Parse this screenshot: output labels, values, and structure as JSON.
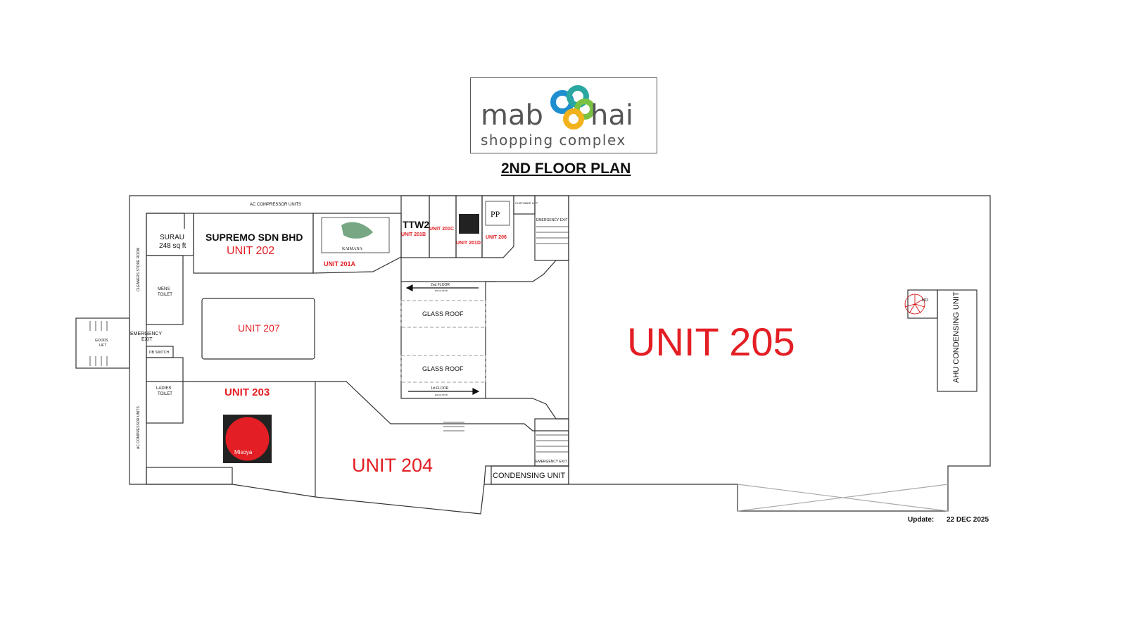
{
  "brand": {
    "name_left": "mab",
    "name_right": "hai",
    "tagline": "shopping complex",
    "colors": {
      "petal_blue": "#1f8fd0",
      "petal_green": "#7cc242",
      "petal_yellow": "#f2b21b",
      "petal_teal": "#2aa7a0",
      "wordmark": "#555555"
    }
  },
  "title": "2ND FLOOR PLAN",
  "update": {
    "label": "Update:",
    "date": "22 DEC 2025"
  },
  "colors": {
    "unit_red": "#e31e24",
    "line": "#333333",
    "dim": "#888888"
  },
  "units": {
    "u202_name": "SUPREMO SDN BHD",
    "u202": "UNIT 202",
    "u201a": "UNIT 201A",
    "u201b_name": "TTW2",
    "u201b": "UNIT 201B",
    "u201c": "UNIT 201C",
    "u201d": "UNIT 201D",
    "u206": "UNIT 206",
    "u207": "UNIT 207",
    "u203": "UNIT 203",
    "u204": "UNIT 204",
    "u205": "UNIT 205"
  },
  "rooms": {
    "ac_top": "AC COMPRESSOR UNITS",
    "surau": "SURAU",
    "surau_area": "248 sq ft",
    "cleaners": "CLEANERS STORE ROOM",
    "mens": [
      "MENS",
      "TOILET"
    ],
    "ladies": [
      "LADIES",
      "TOILET"
    ],
    "emergency_exit_left": [
      "EMERGENCY",
      "EXIT"
    ],
    "db_switch": "DB SWITCH",
    "goods_lift": [
      "GOODS",
      "LIFT"
    ],
    "ac_left": "AC COMPRESSOR UNITS",
    "customer_lift": "CUSTOMER LIFT",
    "emergency_exit_top": "EMERGENCY EXIT",
    "emergency_exit_bottom": "EMERGENCY EXIT",
    "glass_roof_1": "GLASS ROOF",
    "glass_roof_2": "GLASS ROOF",
    "escalator_2nd": "2nd FLOOR",
    "escalator_1st": "1st FLOOR",
    "escalator_sub": "ESCALATOR",
    "condensing": "CONDENSING UNIT",
    "ahu": "AHU CONDENSING UNIT",
    "no": "NO"
  },
  "logos": {
    "kaimana": "KAIMANA",
    "pp": "PP",
    "misoya": "Misoya"
  }
}
